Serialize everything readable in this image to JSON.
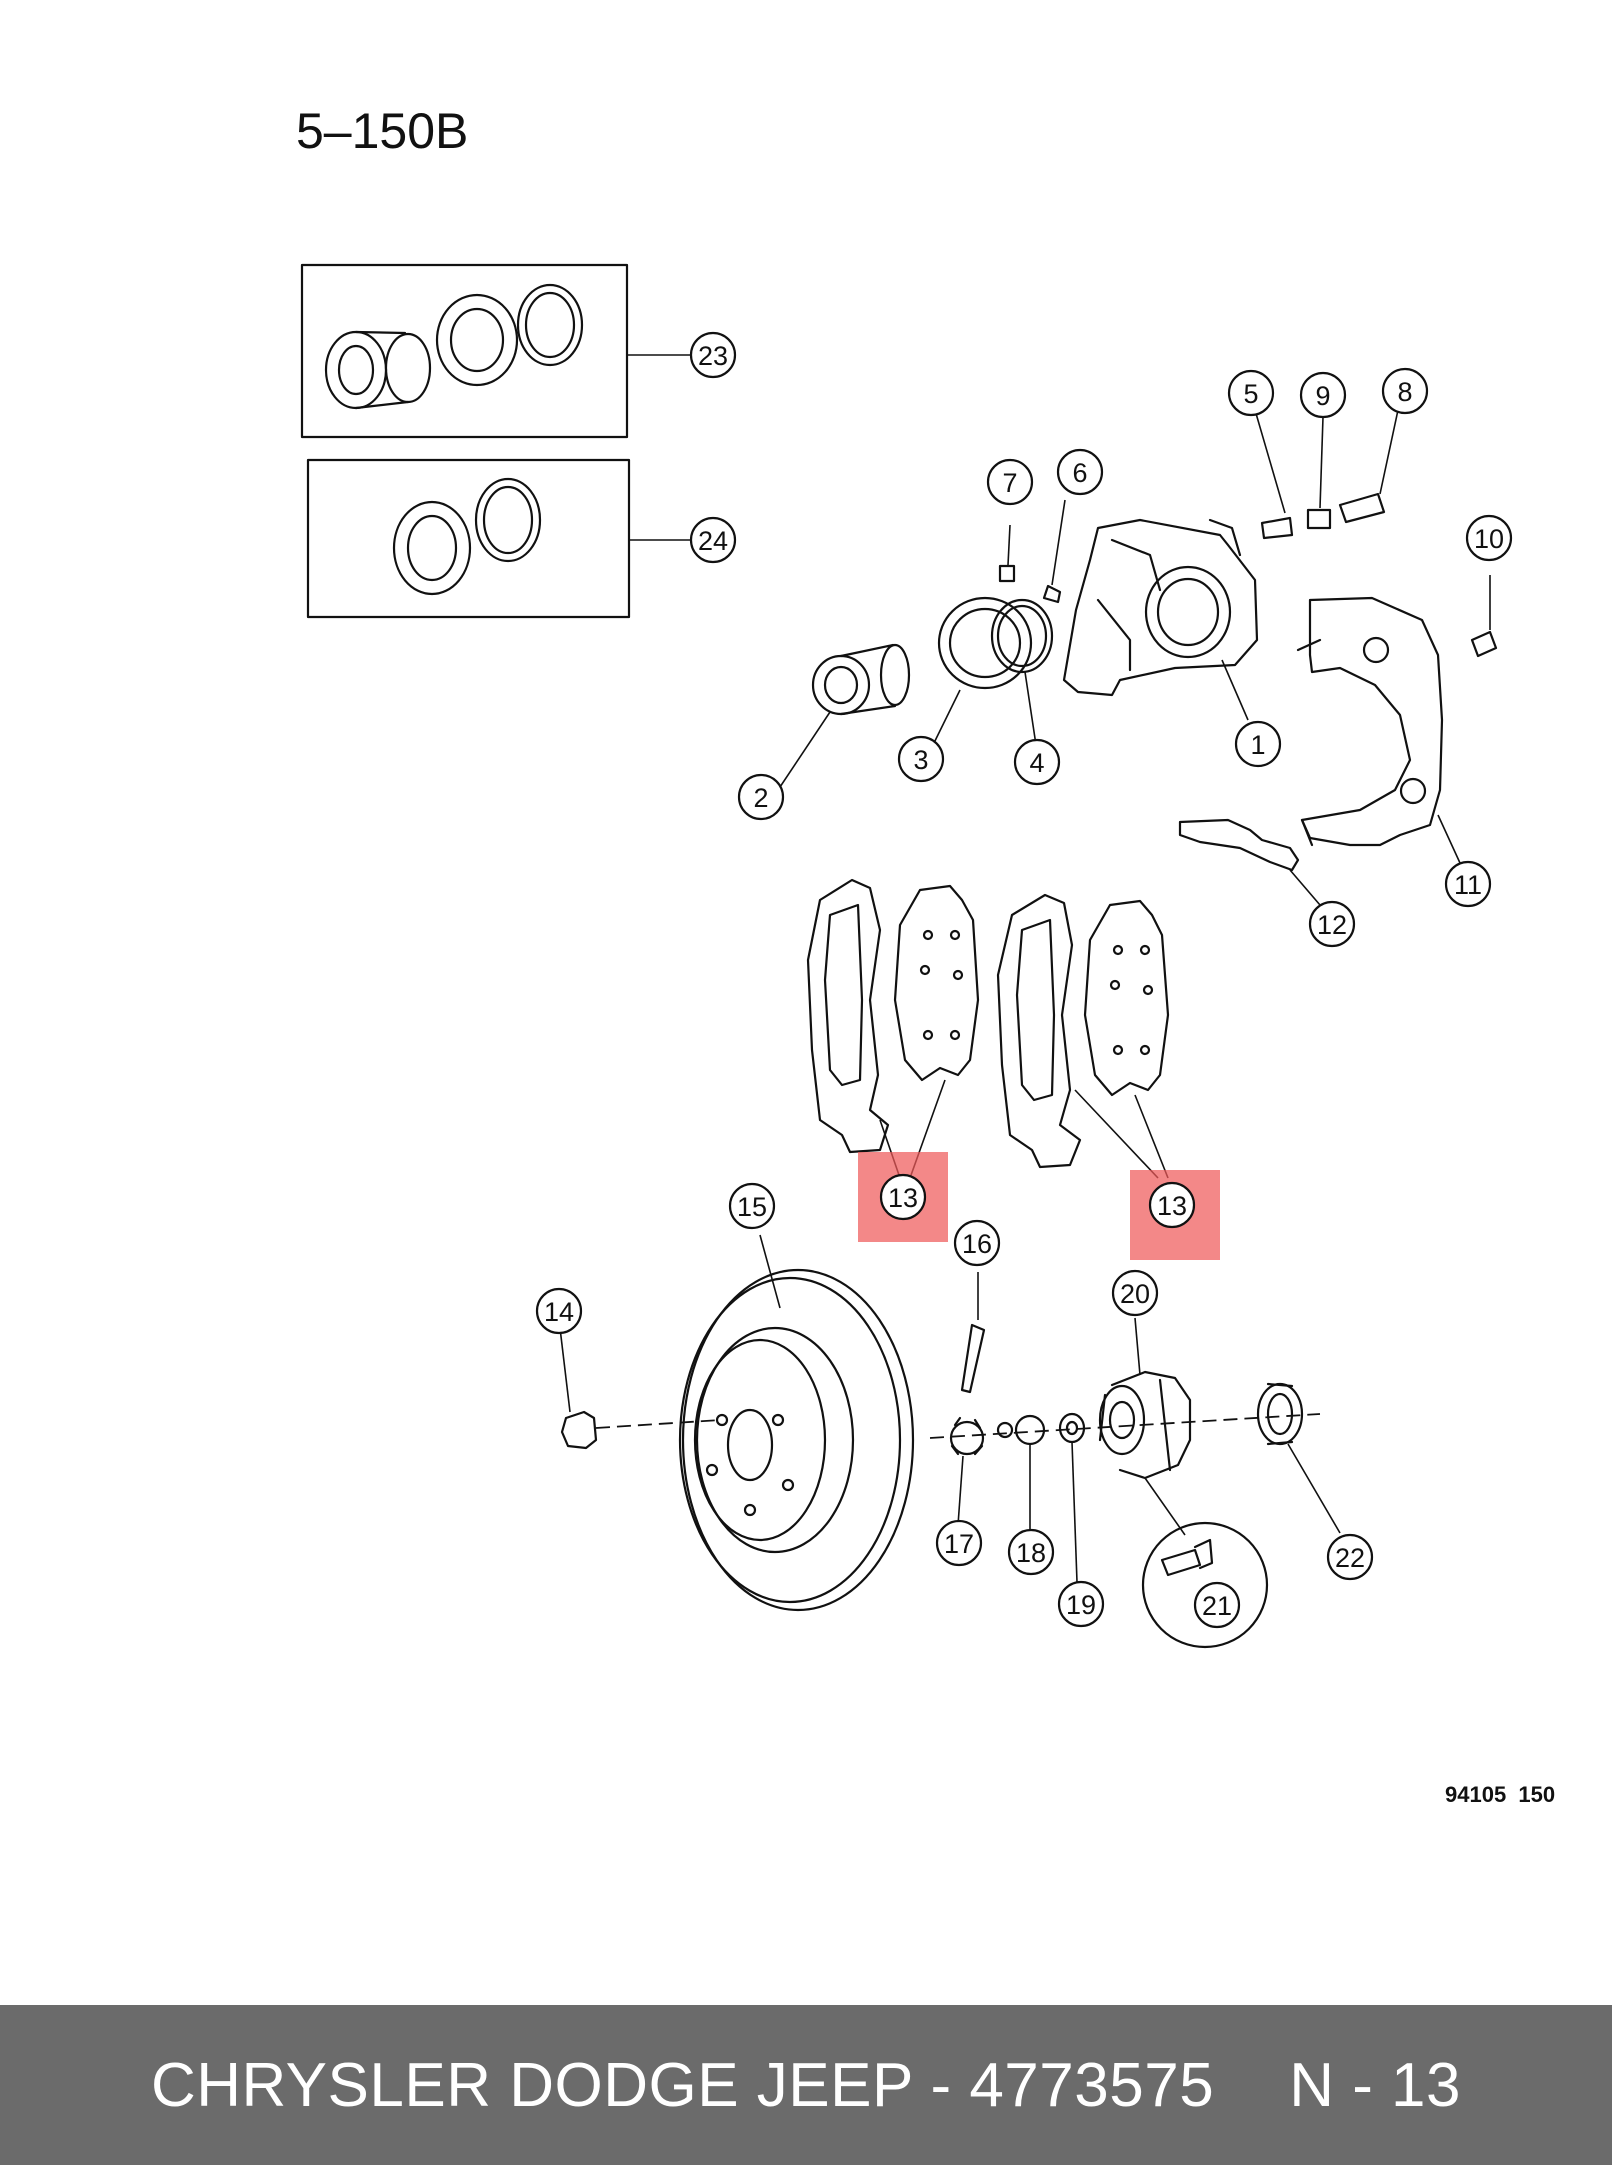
{
  "diagram": {
    "page_code": "5–150B",
    "figure_number": "94105  150",
    "highlight_color": "#ef5a5a",
    "callouts": [
      "1",
      "2",
      "3",
      "4",
      "5",
      "6",
      "7",
      "8",
      "9",
      "10",
      "11",
      "12",
      "13",
      "13",
      "14",
      "15",
      "16",
      "17",
      "18",
      "19",
      "20",
      "21",
      "22",
      "23",
      "24"
    ]
  },
  "footer": {
    "brand": "CHRYSLER DODGE JEEP - 4773575",
    "position": "N - 13",
    "background": "#6b6b6b"
  }
}
